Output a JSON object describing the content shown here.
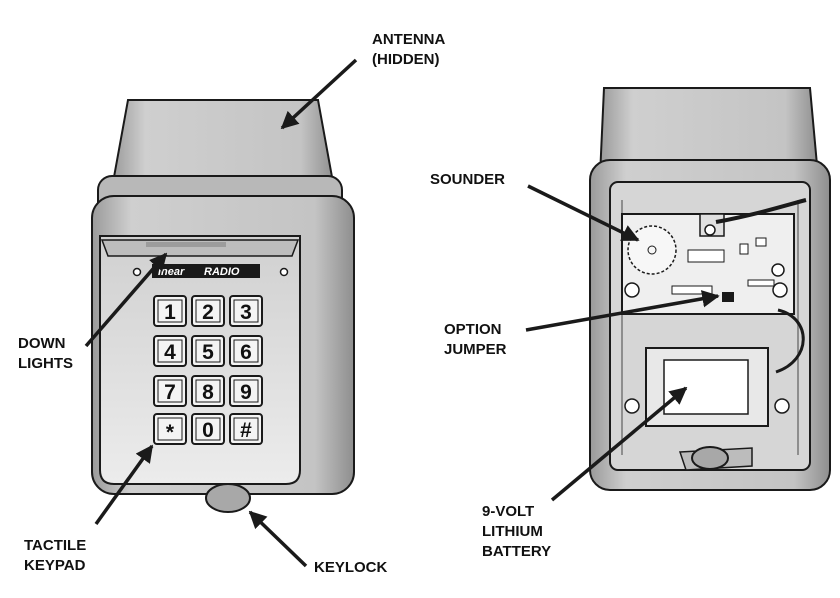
{
  "labels": {
    "antenna": "ANTENNA\n(HIDDEN)",
    "down_lights": "DOWN\nLIGHTS",
    "tactile_keypad": "TACTILE\nKEYPAD",
    "keylock": "KEYLOCK",
    "sounder": "SOUNDER",
    "option_jumper": "OPTION\nJUMPER",
    "battery": "9-VOLT\nLITHIUM\nBATTERY"
  },
  "brand": {
    "part1": "inear",
    "part2": "RADIO"
  },
  "keys": [
    "1",
    "2",
    "3",
    "4",
    "5",
    "6",
    "7",
    "8",
    "9",
    "*",
    "0",
    "#"
  ],
  "colors": {
    "housing": "#c8c8c8",
    "housing_dark": "#8a8a8a",
    "face": "#e2e2e2",
    "line": "#1a1a1a"
  }
}
